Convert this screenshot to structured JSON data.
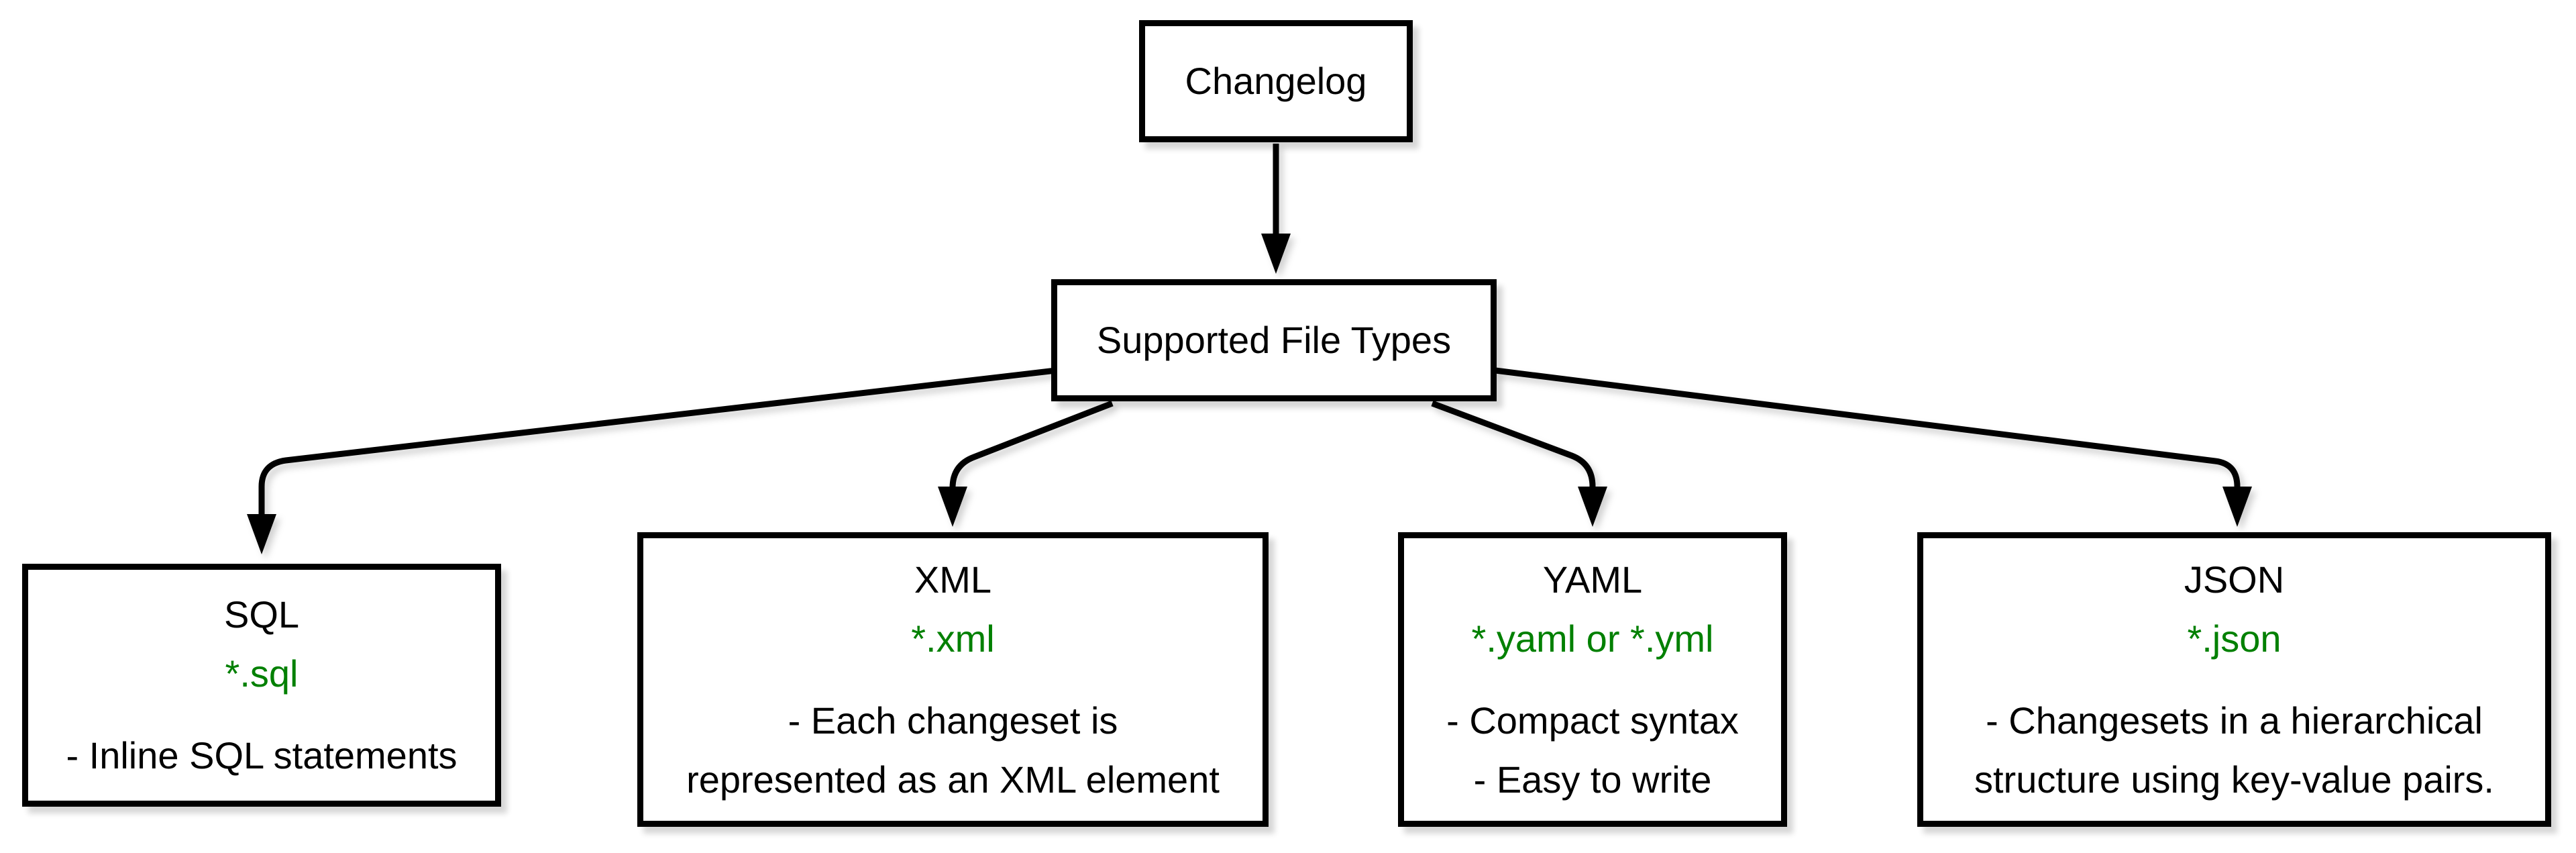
{
  "nodes": {
    "root": {
      "label": "Changelog"
    },
    "hub": {
      "label": "Supported File Types"
    },
    "types": [
      {
        "id": "sql",
        "title": "SQL",
        "pattern": "*.sql",
        "desc": [
          "- Inline SQL statements"
        ]
      },
      {
        "id": "xml",
        "title": "XML",
        "pattern": "*.xml",
        "desc": [
          "- Each changeset is",
          "represented as an XML element"
        ]
      },
      {
        "id": "yaml",
        "title": "YAML",
        "pattern": "*.yaml or *.yml",
        "desc": [
          "- Compact syntax",
          "- Easy to write"
        ]
      },
      {
        "id": "json",
        "title": "JSON",
        "pattern": "*.json",
        "desc": [
          "- Changesets in a hierarchical",
          "structure using key-value pairs."
        ]
      }
    ]
  },
  "colors": {
    "background": "#ffffff",
    "box_fill": "#ffffff",
    "stroke_black": "#000000",
    "text_black": "#000000",
    "pattern_green": "#008000"
  }
}
